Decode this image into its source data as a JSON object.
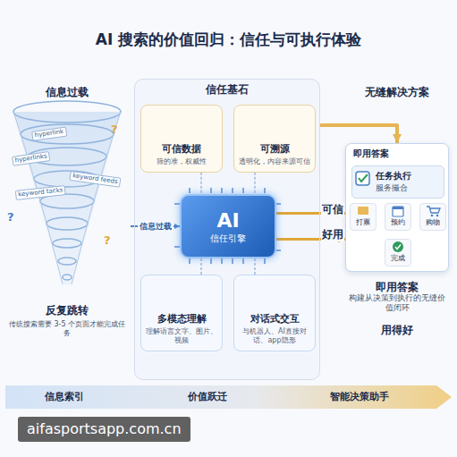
{
  "diagram": {
    "title": "AI 搜索的价值回归：信任与可执行体验",
    "nodes": [
      {
        "text": [
          "反复跳转",
          "传统搜索需要 3-5 个页面才能完成任务"
        ]
      },
      {
        "text": [
          "信任基石"
        ]
      },
      {
        "text": [
          "可信数据",
          "筛的准，权威性"
        ],
        "in": 1
      },
      {
        "text": [
          "可溯源",
          "透明化，内容来源可信"
        ],
        "in": 1
      },
      {
        "text": [
          "AI",
          "信任引擎"
        ],
        "in": 1
      },
      {
        "text": [
          "多模态理解",
          "理解语言文字、图片、视频"
        ],
        "in": 1
      },
      {
        "text": [
          "对话式交互",
          "与机器人、AI直接对话、app隐形"
        ],
        "in": 1
      },
      {
        "text": [
          "即用答案"
        ]
      },
      {
        "text": [
          "任务执行",
          "服务撮合"
        ],
        "in": 7
      },
      {
        "text": [
          "打票"
        ],
        "in": 7
      },
      {
        "text": [
          "预约"
        ],
        "in": 7
      },
      {
        "text": [
          "购物"
        ],
        "in": 7
      },
      {
        "text": [
          "完成"
        ],
        "in": 7
      },
      {
        "text": [
          "信息索引",
          "价值跃迁",
          "智能决策助手"
        ]
      }
    ],
    "edges": [
      {
        "from": 0,
        "to": 4,
        "arrow": "to",
        "label": "信息过载"
      },
      {
        "from": 2,
        "to": 4,
        "arrow": "none"
      },
      {
        "from": 3,
        "to": 4,
        "arrow": "none"
      },
      {
        "from": 5,
        "to": 4,
        "arrow": "none"
      },
      {
        "from": 6,
        "to": 4,
        "arrow": "none"
      },
      {
        "from": 4,
        "to": 7,
        "arrow": "to",
        "label": "可信"
      },
      {
        "from": 4,
        "to": 7,
        "arrow": "to",
        "label": "好用"
      },
      {
        "from": 1,
        "to": 7,
        "arrow": "to"
      },
      {
        "from": 9,
        "to": 10,
        "arrow": "to"
      },
      {
        "from": 10,
        "to": 11,
        "arrow": "to"
      },
      {
        "from": 10,
        "to": 12,
        "arrow": "to"
      }
    ],
    "labels": [
      "信息过载",
      "无缝解决方案",
      "hyperlink",
      "hyperlinks",
      "keyword tacks",
      "keyword feeds",
      "?",
      "?",
      "?",
      "即用答案",
      "构建从决策到执行的无缝价值闭环",
      "用得好",
      "aifasportsapp.com.cn"
    ]
  }
}
